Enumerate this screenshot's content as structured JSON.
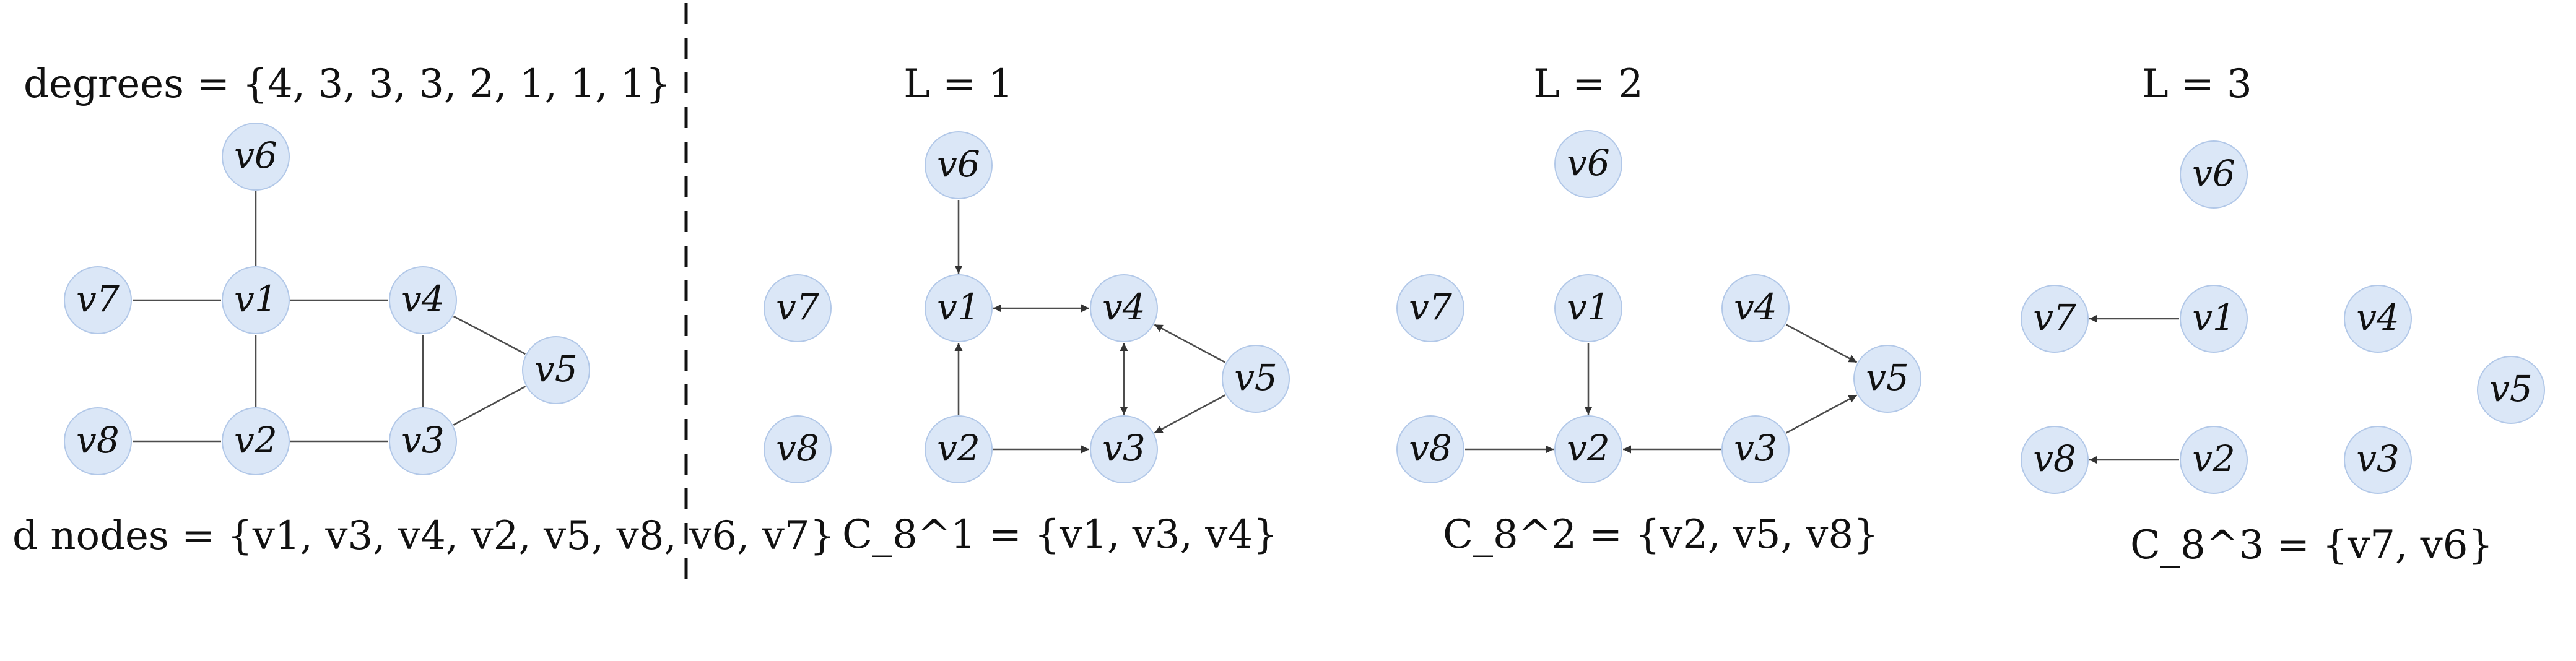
{
  "left_panel": {
    "degrees_label": "degrees = {4, 3, 3, 3, 2, 1, 1, 1}",
    "sorted_nodes_label": "d nodes = {v1, v3, v4, v2, v5, v8, v6, v7}"
  },
  "panels": [
    {
      "id": "L1",
      "label": "L = 1",
      "caption": "C_8^1 = {v1, v3, v4}"
    },
    {
      "id": "L2",
      "label": "L = 2",
      "caption": "C_8^2 = {v2, v5, v8}"
    },
    {
      "id": "L3",
      "label": "L = 3",
      "caption": "C_8^3 = {v7, v6}"
    }
  ],
  "node_names": [
    "v1",
    "v2",
    "v3",
    "v4",
    "v5",
    "v6",
    "v7",
    "v8"
  ],
  "colors": {
    "node_fill": "#dbe7f7",
    "node_stroke": "#b2c8e8",
    "edge": "#4d4d4d",
    "text": "#111111"
  },
  "graphs": {
    "original": {
      "directed": false,
      "edges": [
        [
          "v6",
          "v1"
        ],
        [
          "v7",
          "v1"
        ],
        [
          "v1",
          "v4"
        ],
        [
          "v1",
          "v2"
        ],
        [
          "v4",
          "v3"
        ],
        [
          "v4",
          "v5"
        ],
        [
          "v8",
          "v2"
        ],
        [
          "v2",
          "v3"
        ],
        [
          "v3",
          "v5"
        ]
      ]
    },
    "L1": {
      "directed": true,
      "edges": [
        [
          "v6",
          "v1"
        ],
        [
          "v2",
          "v1"
        ],
        [
          "v2",
          "v3"
        ],
        [
          "v5",
          "v4"
        ],
        [
          "v5",
          "v3"
        ]
      ],
      "bidirectional": [
        [
          "v1",
          "v4"
        ],
        [
          "v4",
          "v3"
        ]
      ]
    },
    "L2": {
      "directed": true,
      "edges": [
        [
          "v1",
          "v2"
        ],
        [
          "v8",
          "v2"
        ],
        [
          "v3",
          "v2"
        ],
        [
          "v4",
          "v5"
        ],
        [
          "v3",
          "v5"
        ]
      ],
      "bidirectional": []
    },
    "L3": {
      "directed": true,
      "edges": [
        [
          "v1",
          "v7"
        ],
        [
          "v2",
          "v8"
        ]
      ],
      "bidirectional": []
    }
  }
}
